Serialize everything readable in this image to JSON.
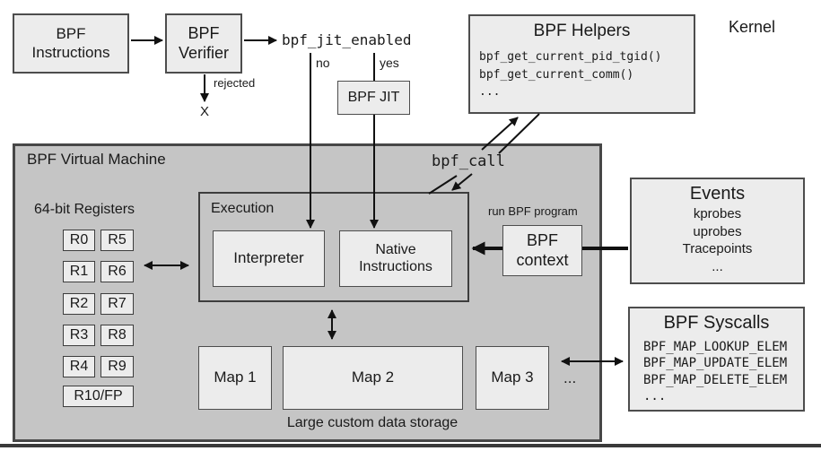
{
  "kernel_label": "Kernel",
  "top_flow": {
    "bpf_instructions": "BPF\nInstructions",
    "bpf_verifier": "BPF\nVerifier",
    "jit_enabled": "bpf_jit_enabled",
    "no": "no",
    "yes": "yes",
    "rejected": "rejected",
    "rejected_x": "X",
    "bpf_jit": "BPF JIT"
  },
  "helpers": {
    "title": "BPF Helpers",
    "functions": [
      "bpf_get_current_pid_tgid()",
      "bpf_get_current_comm()",
      "..."
    ]
  },
  "vm": {
    "title": "BPF Virtual Machine",
    "registers": {
      "title": "64-bit Registers",
      "pairs": [
        [
          "R0",
          "R5"
        ],
        [
          "R1",
          "R6"
        ],
        [
          "R2",
          "R7"
        ],
        [
          "R3",
          "R8"
        ],
        [
          "R4",
          "R9"
        ]
      ],
      "fp": "R10/FP"
    },
    "execution": {
      "title": "Execution",
      "interpreter": "Interpreter",
      "native_instructions": "Native\nInstructions"
    },
    "maps": {
      "items": [
        "Map 1",
        "Map 2",
        "Map 3"
      ],
      "more": "...",
      "caption": "Large custom data storage"
    }
  },
  "bpf_call_label": "bpf_call",
  "context": {
    "run_label": "run BPF program",
    "box_label": "BPF\ncontext"
  },
  "events": {
    "title": "Events",
    "items": [
      "kprobes",
      "uprobes",
      "Tracepoints",
      "..."
    ]
  },
  "syscalls": {
    "title": "BPF Syscalls",
    "functions": [
      "BPF_MAP_LOOKUP_ELEM",
      "BPF_MAP_UPDATE_ELEM",
      "BPF_MAP_DELETE_ELEM",
      "..."
    ]
  },
  "colors": {
    "light_box_fill": "#ececec",
    "vm_fill": "#c5c5c5",
    "border": "#4d4d4d",
    "arrow": "#111111",
    "text": "#1a1a1a"
  }
}
